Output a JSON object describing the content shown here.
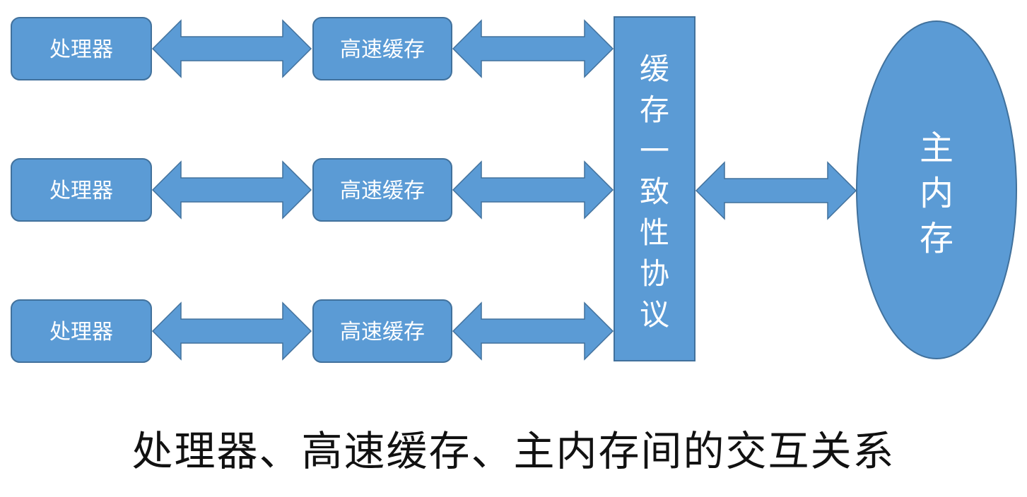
{
  "diagram": {
    "rows": [
      {
        "processor": "处理器",
        "cache": "高速缓存"
      },
      {
        "processor": "处理器",
        "cache": "高速缓存"
      },
      {
        "processor": "处理器",
        "cache": "高速缓存"
      }
    ],
    "protocol_chars": [
      "缓",
      "存",
      "一",
      "致",
      "性",
      "协",
      "议"
    ],
    "memory_chars": [
      "主",
      "内",
      "存"
    ],
    "fill_color": "#5B9BD5",
    "border_color": "#41719C"
  },
  "caption": "处理器、高速缓存、主内存间的交互关系"
}
